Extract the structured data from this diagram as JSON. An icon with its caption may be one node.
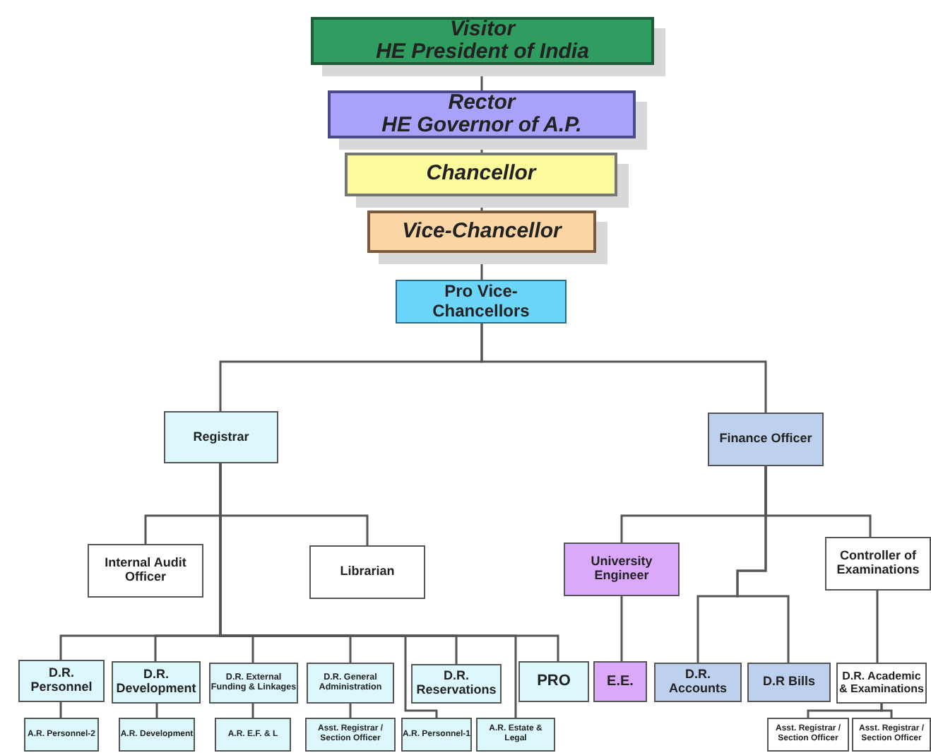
{
  "diagram": {
    "nodes": [
      {
        "text": [
          "Visitor",
          "HE President of India"
        ]
      },
      {
        "text": [
          "Rector",
          "HE Governor of A.P."
        ]
      },
      {
        "text": [
          "Chancellor"
        ]
      },
      {
        "text": [
          "Vice-Chancellor"
        ]
      },
      {
        "text": [
          "Pro Vice-Chancellors"
        ]
      },
      {
        "text": [
          "Registrar"
        ]
      },
      {
        "text": [
          "Finance Officer"
        ]
      },
      {
        "text": [
          "Internal Audit Officer"
        ]
      },
      {
        "text": [
          "Librarian"
        ]
      },
      {
        "text": [
          "University Engineer"
        ]
      },
      {
        "text": [
          "Controller of Examinations"
        ]
      },
      {
        "text": [
          "D.R. Personnel"
        ]
      },
      {
        "text": [
          "D.R. Development"
        ]
      },
      {
        "text": [
          "D.R. External Funding & Linkages"
        ]
      },
      {
        "text": [
          "D.R. General Administration"
        ]
      },
      {
        "text": [
          "D.R. Reservations"
        ]
      },
      {
        "text": [
          "PRO"
        ]
      },
      {
        "text": [
          "E.E."
        ]
      },
      {
        "text": [
          "D.R. Accounts"
        ]
      },
      {
        "text": [
          "D.R Bills"
        ]
      },
      {
        "text": [
          "D.R. Academic & Examinations"
        ]
      },
      {
        "text": [
          "A.R. Personnel-2"
        ]
      },
      {
        "text": [
          "A.R. Development"
        ]
      },
      {
        "text": [
          "A.R. E.F. & L"
        ]
      },
      {
        "text": [
          "Asst. Registrar / Section Officer"
        ]
      },
      {
        "text": [
          "A.R. Personnel-1"
        ]
      },
      {
        "text": [
          "A.R. Estate & Legal"
        ]
      },
      {
        "text": [
          "Asst. Registrar / Section Officer"
        ]
      },
      {
        "text": [
          "Asst. Registrar / Section Officer"
        ]
      }
    ],
    "edges": [
      {
        "from": 0,
        "to": 1,
        "arrow": "none"
      },
      {
        "from": 1,
        "to": 2,
        "arrow": "none"
      },
      {
        "from": 2,
        "to": 3,
        "arrow": "none"
      },
      {
        "from": 3,
        "to": 4,
        "arrow": "none"
      },
      {
        "from": 4,
        "to": 5,
        "arrow": "none"
      },
      {
        "from": 4,
        "to": 6,
        "arrow": "none"
      },
      {
        "from": 5,
        "to": 7,
        "arrow": "none"
      },
      {
        "from": 5,
        "to": 8,
        "arrow": "none"
      },
      {
        "from": 6,
        "to": 9,
        "arrow": "none"
      },
      {
        "from": 6,
        "to": 10,
        "arrow": "none"
      },
      {
        "from": 5,
        "to": 11,
        "arrow": "none"
      },
      {
        "from": 5,
        "to": 12,
        "arrow": "none"
      },
      {
        "from": 5,
        "to": 13,
        "arrow": "none"
      },
      {
        "from": 5,
        "to": 14,
        "arrow": "none"
      },
      {
        "from": 5,
        "to": 15,
        "arrow": "none"
      },
      {
        "from": 5,
        "to": 16,
        "arrow": "none"
      },
      {
        "from": 5,
        "to": 25,
        "arrow": "none"
      },
      {
        "from": 5,
        "to": 26,
        "arrow": "none"
      },
      {
        "from": 9,
        "to": 17,
        "arrow": "none"
      },
      {
        "from": 6,
        "to": 18,
        "arrow": "none"
      },
      {
        "from": 6,
        "to": 19,
        "arrow": "none"
      },
      {
        "from": 10,
        "to": 20,
        "arrow": "none"
      },
      {
        "from": 20,
        "to": 27,
        "arrow": "none"
      },
      {
        "from": 20,
        "to": 28,
        "arrow": "none"
      },
      {
        "from": 11,
        "to": 21,
        "arrow": "none"
      },
      {
        "from": 12,
        "to": 22,
        "arrow": "none"
      },
      {
        "from": 13,
        "to": 23,
        "arrow": "none"
      },
      {
        "from": 14,
        "to": 24,
        "arrow": "none"
      }
    ]
  }
}
